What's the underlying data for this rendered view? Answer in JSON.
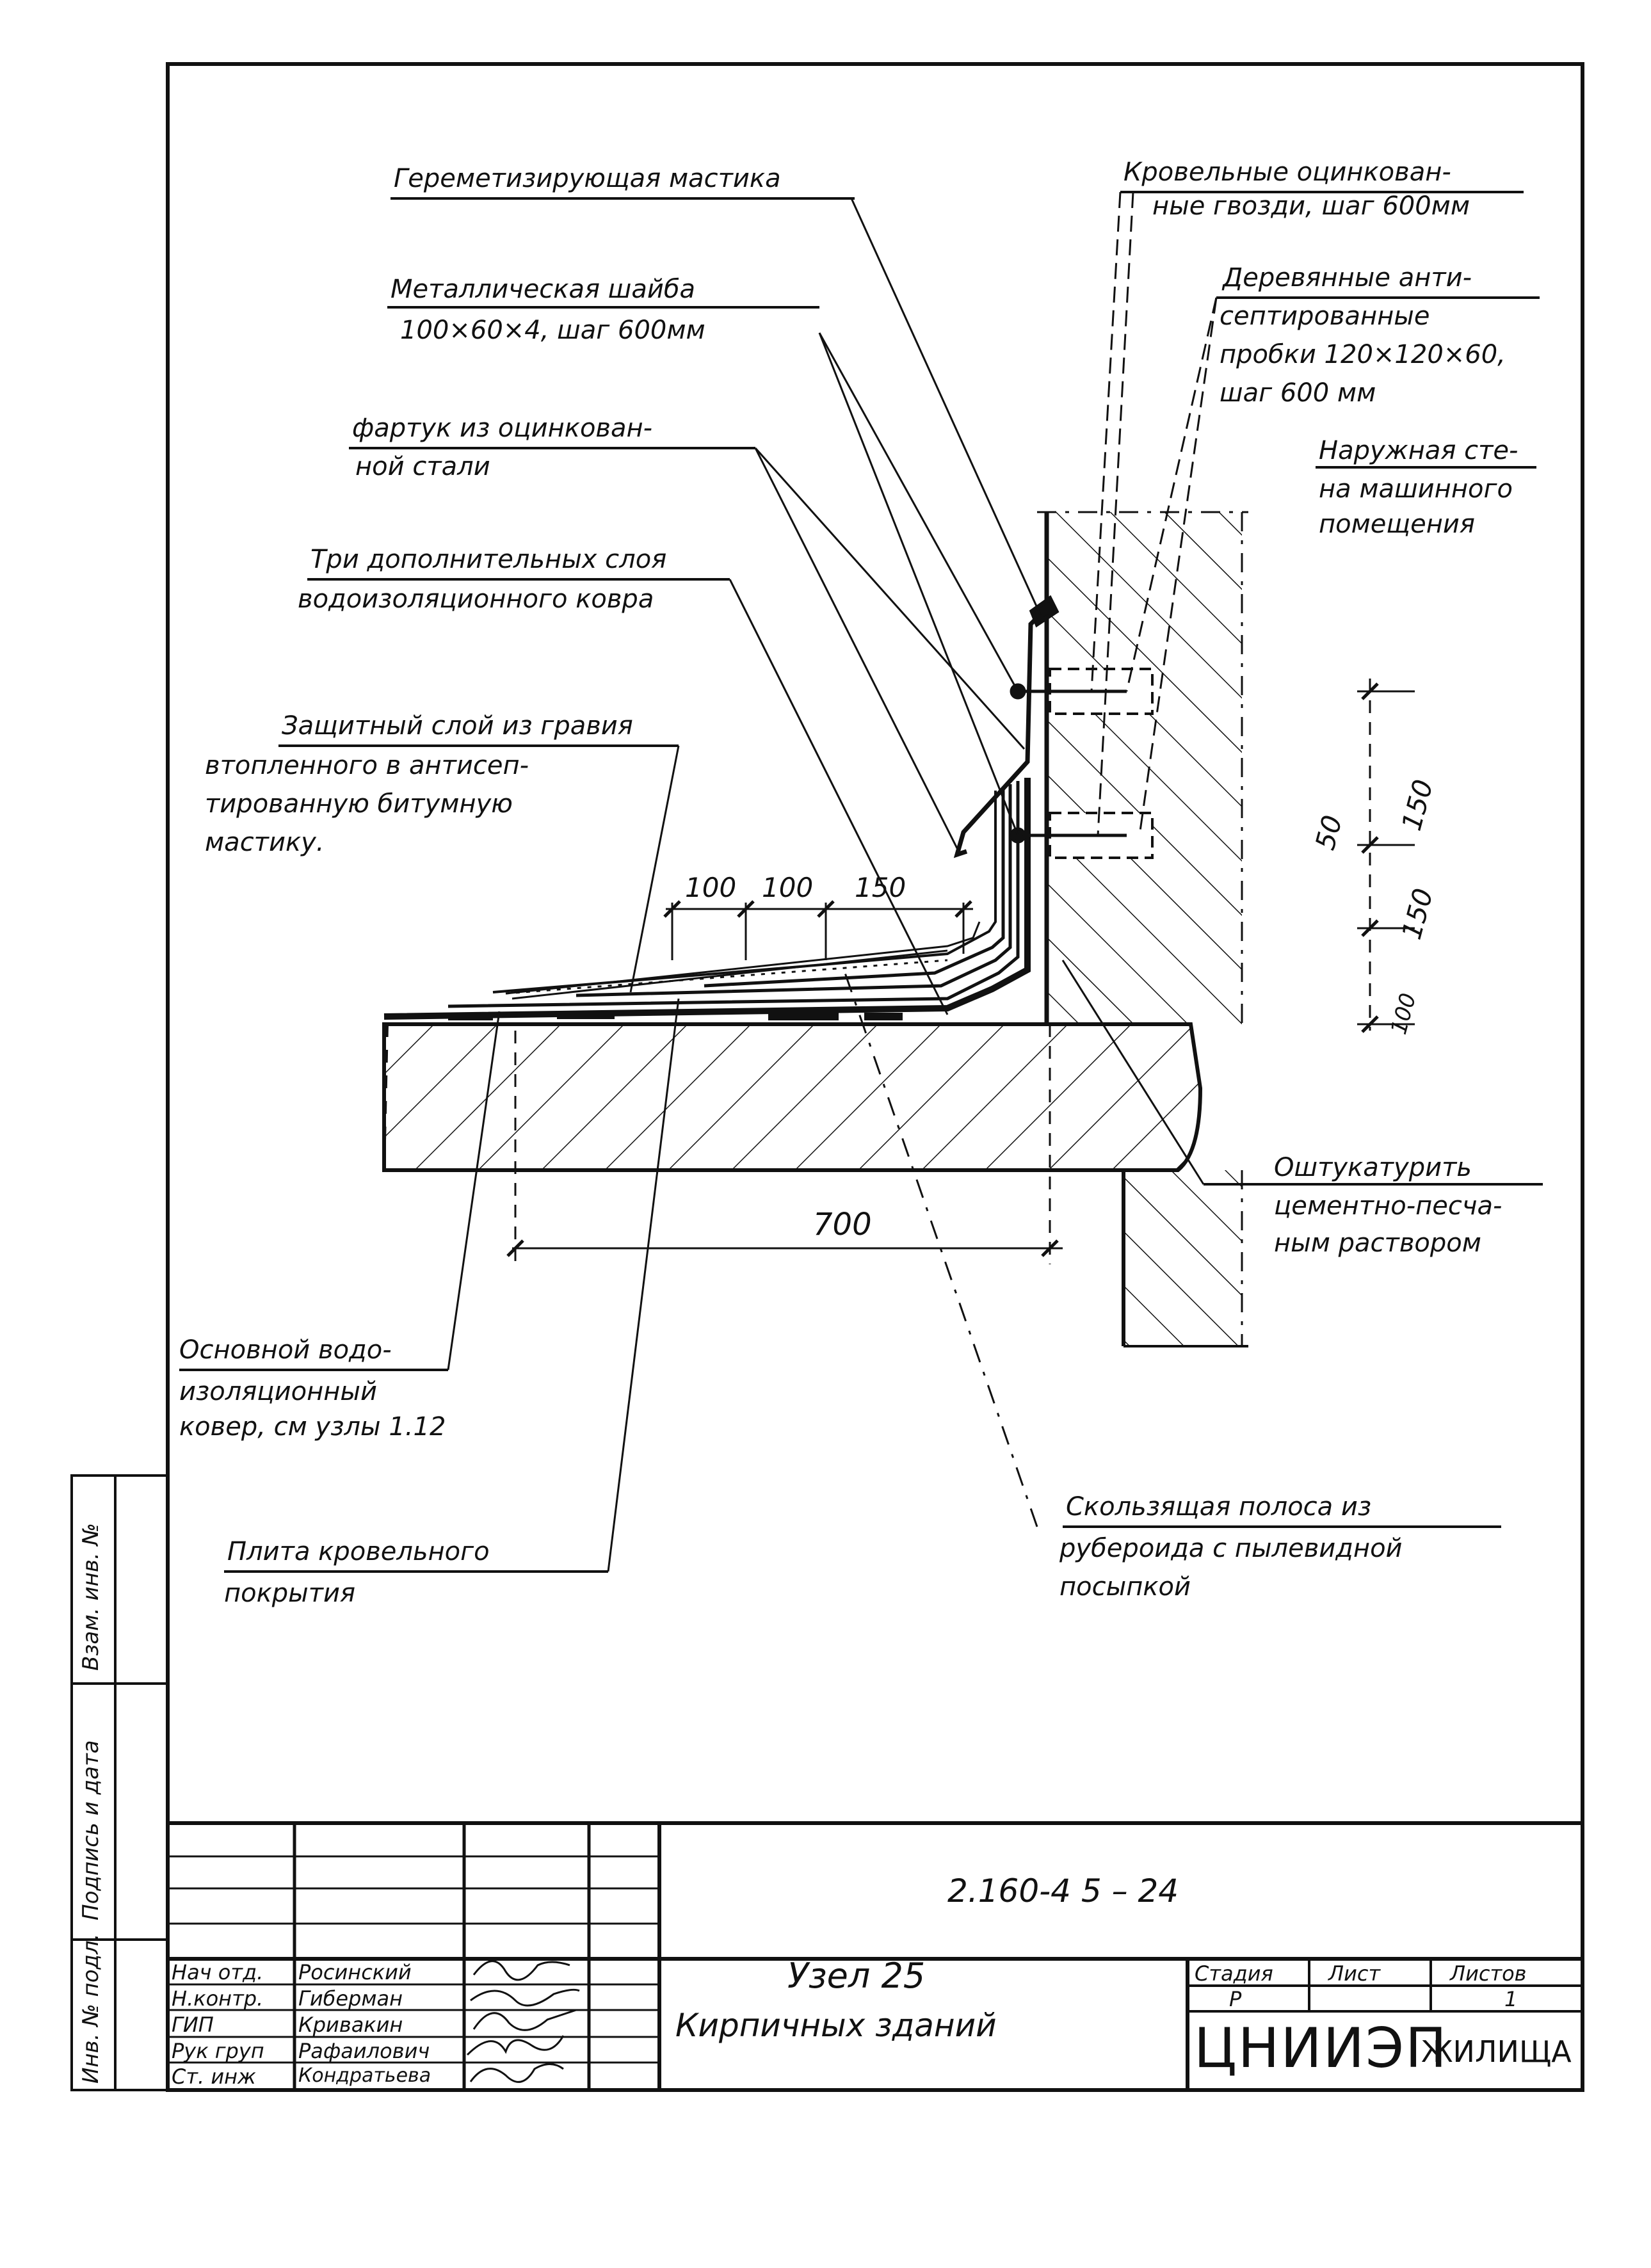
{
  "labels": {
    "sealing_mastic": "Гереметизирующая мастика",
    "roof_nails": [
      "Кровельные оцинкован-",
      "ные гвозди, шаг 600мм"
    ],
    "metal_washer": [
      "Металлическая шайба",
      "100×60×4,  шаг 600мм"
    ],
    "wood_plugs": [
      "Деревянные анти-",
      "септированные",
      "пробки 120×120×60,",
      "шаг 600 мм"
    ],
    "apron": [
      "фартук из оцинкован-",
      "ной стали"
    ],
    "outer_wall": [
      "Наружная сте-",
      "на машинного",
      "помещения"
    ],
    "three_layers": [
      "Три дополнительных слоя",
      "водоизоляционного ковра"
    ],
    "protective_layer": [
      "Защитный слой из гравия",
      "втопленного в антисеп-",
      "тированную битумную",
      "мастику."
    ],
    "plaster": [
      "Оштукатурить",
      "цементно-песча-",
      "ным раствором"
    ],
    "main_carpet": [
      "Основной водо-",
      "изоляционный",
      "ковер, см узлы 1.12"
    ],
    "sliding_strip": [
      "Скользящая полоса из",
      "рубероида с пылевидной",
      "посыпкой"
    ],
    "roof_slab": [
      "Плита кровельного",
      "покрытия"
    ]
  },
  "dimensions": {
    "top": [
      "100",
      "100",
      "150"
    ],
    "bottom": "700",
    "vertical": [
      "150",
      "50",
      "150",
      "100"
    ]
  },
  "title_block": {
    "code": "2.160-4 5 – 24",
    "title": [
      "Узел 25",
      "Кирпичных зданий"
    ],
    "roles": [
      "Нач отд.",
      "Н.контр.",
      "ГИП",
      "Рук груп",
      "Ст. инж"
    ],
    "names": [
      "Росинский",
      "Гиберман",
      "Кривакин",
      "Рафаилович",
      "Кондратьева"
    ],
    "stage_header": "Стадия",
    "sheet_header": "Лист",
    "sheets_header": "Листов",
    "stage_value": "Р",
    "sheets_value": "1",
    "organization_main": "ЦНИИЭП",
    "organization_sub": "ЖИЛИЩА"
  },
  "side_stamp": [
    "Инв. № подл.",
    "Подпись и дата",
    "Взам. инв. №"
  ],
  "colors": {
    "ink": "#111111",
    "paper": "#ffffff"
  }
}
